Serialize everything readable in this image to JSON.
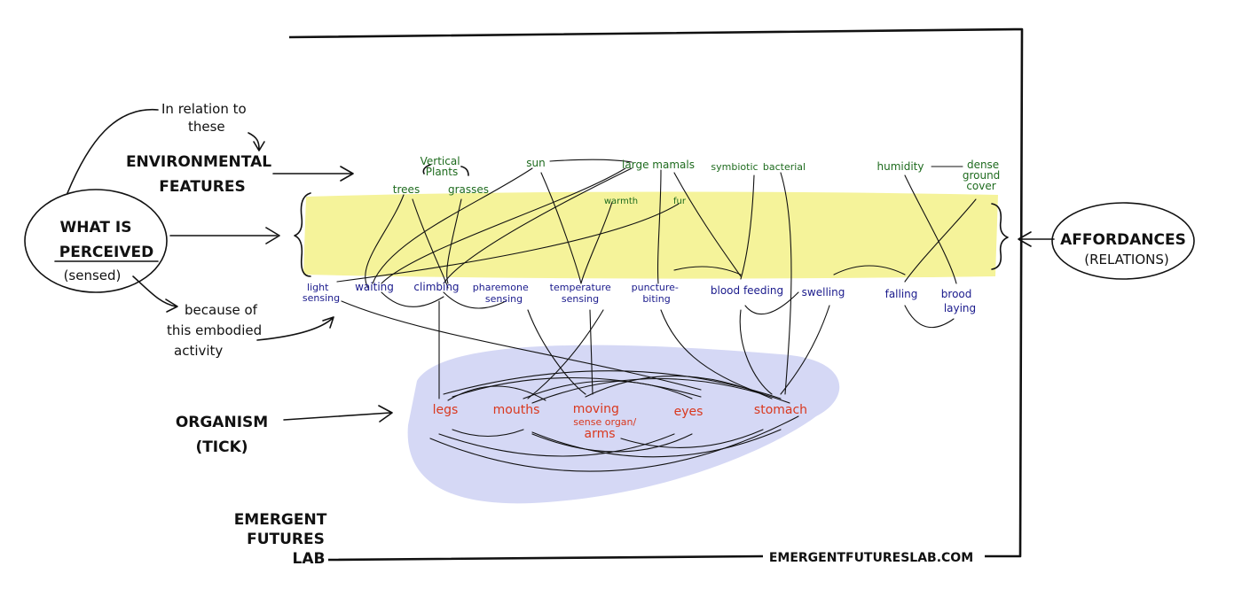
{
  "labels": {
    "what_is": "WHAT IS",
    "perceived": "PERCEIVED",
    "sensed": "(sensed)",
    "in_relation_1": "In relation to",
    "in_relation_2": "these",
    "environmental": "ENVIRONMENTAL",
    "features": "FEATURES",
    "because_1": "because of",
    "because_2": "this embodied",
    "because_3": "activity",
    "organism": "ORGANISM",
    "tick": "(TICK)",
    "affordances": "AFFORDANCES",
    "relations": "(RELATIONS)",
    "logo_1": "EMERGENT",
    "logo_2": "FUTURES",
    "logo_3": "LAB",
    "website": "EMERGENTFUTURESLAB.COM"
  },
  "environmental_features": [
    {
      "id": "vertical-plants",
      "lines": [
        "Vertical",
        "Plants"
      ]
    },
    {
      "id": "trees",
      "lines": [
        "trees"
      ]
    },
    {
      "id": "grasses",
      "lines": [
        "grasses"
      ]
    },
    {
      "id": "sun",
      "lines": [
        "sun"
      ]
    },
    {
      "id": "large-mammals",
      "lines": [
        "large mamals"
      ]
    },
    {
      "id": "warmth",
      "lines": [
        "warmth"
      ]
    },
    {
      "id": "fur",
      "lines": [
        "fur"
      ]
    },
    {
      "id": "symbiotic",
      "lines": [
        "symbiotic"
      ]
    },
    {
      "id": "bacterial",
      "lines": [
        "bacterial"
      ]
    },
    {
      "id": "humidity",
      "lines": [
        "humidity"
      ]
    },
    {
      "id": "dense-ground-cover",
      "lines": [
        "dense",
        "ground",
        "cover"
      ]
    }
  ],
  "activities": [
    {
      "id": "light-sensing",
      "lines": [
        "light",
        "sensing"
      ]
    },
    {
      "id": "waiting",
      "lines": [
        "waiting"
      ]
    },
    {
      "id": "climbing",
      "lines": [
        "climbing"
      ]
    },
    {
      "id": "pheromone-sensing",
      "lines": [
        "pharemone",
        "sensing"
      ]
    },
    {
      "id": "temperature-sensing",
      "lines": [
        "temperature",
        "sensing"
      ]
    },
    {
      "id": "puncture-biting",
      "lines": [
        "puncture-",
        "biting"
      ]
    },
    {
      "id": "blood-feeding",
      "lines": [
        "blood feeding"
      ]
    },
    {
      "id": "swelling",
      "lines": [
        "swelling"
      ]
    },
    {
      "id": "falling",
      "lines": [
        "falling"
      ]
    },
    {
      "id": "brood-laying",
      "lines": [
        "brood",
        "laying"
      ]
    }
  ],
  "organism_parts": [
    {
      "id": "legs",
      "lines": [
        "legs"
      ]
    },
    {
      "id": "mouths",
      "lines": [
        "mouths"
      ]
    },
    {
      "id": "moving-sense-organs",
      "lines": [
        "moving",
        "sense organ/",
        "arms"
      ]
    },
    {
      "id": "eyes",
      "lines": [
        "eyes"
      ]
    },
    {
      "id": "stomach",
      "lines": [
        "stomach"
      ]
    }
  ],
  "colors": {
    "environment_text": "#1e6b1e",
    "activity_text": "#1a1a8c",
    "organism_text": "#d9381e",
    "highlight_band": "#f5f39a",
    "organism_blob": "#d5d8f5",
    "ink": "#111111"
  }
}
